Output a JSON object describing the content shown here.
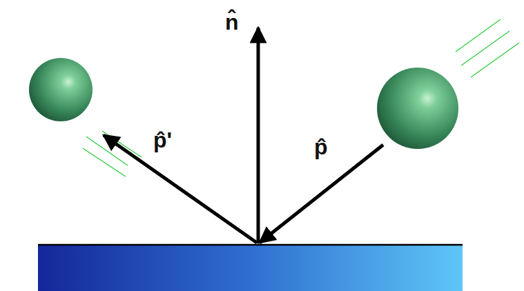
{
  "diagram": {
    "labels": [
      "n̂",
      "p̂'",
      "p̂"
    ]
  }
}
